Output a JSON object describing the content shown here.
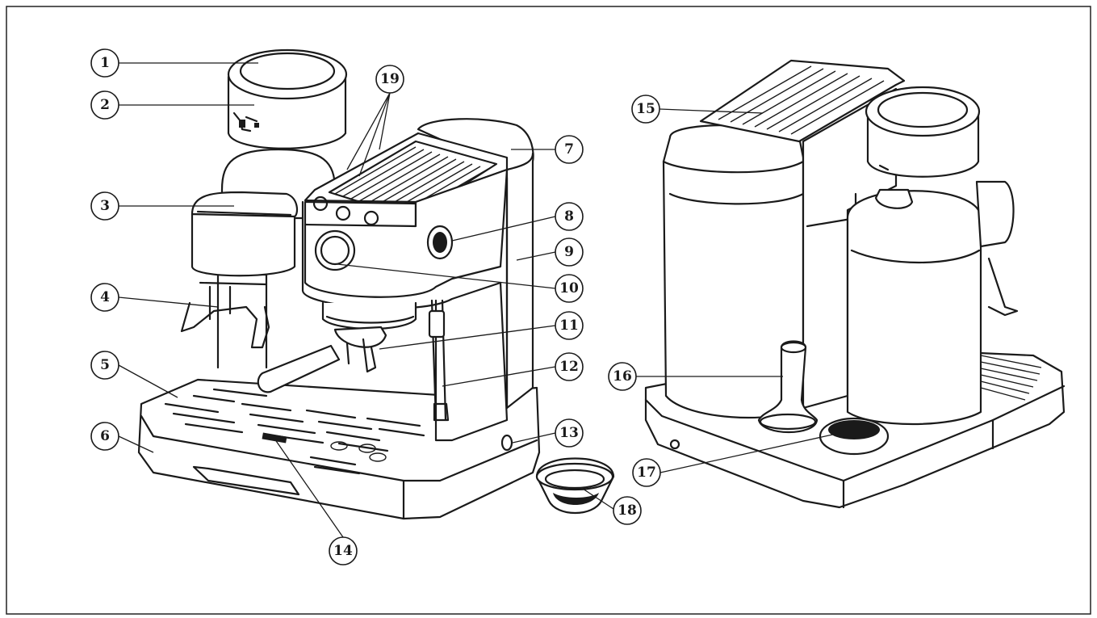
{
  "diagram": {
    "border_color": "#222222",
    "callouts": [
      "1",
      "2",
      "3",
      "4",
      "5",
      "6",
      "7",
      "8",
      "9",
      "10",
      "11",
      "12",
      "13",
      "14",
      "15",
      "16",
      "17",
      "18",
      "19"
    ]
  }
}
